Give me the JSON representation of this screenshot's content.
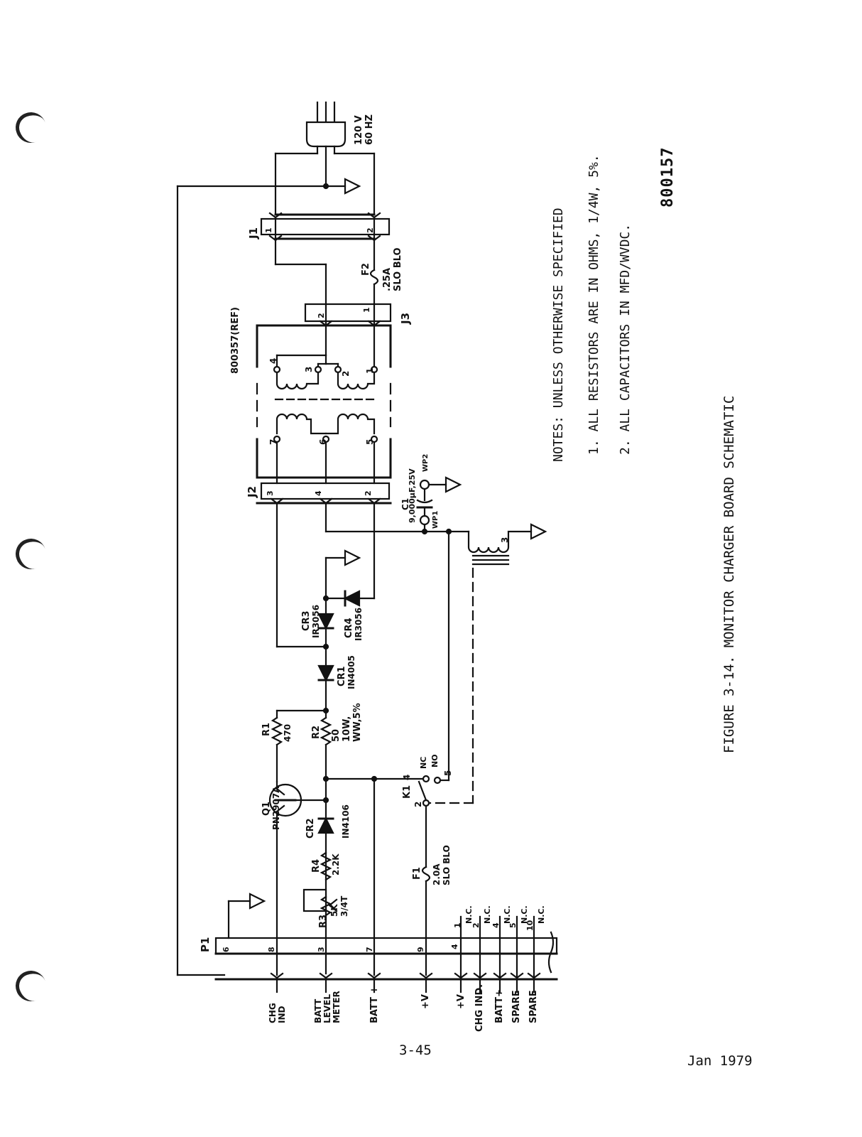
{
  "notes": {
    "header": "NOTES:  UNLESS OTHERWISE SPECIFIED",
    "items": [
      "1.  ALL RESISTORS ARE IN OHMS, 1/4W, 5%.",
      "2.  ALL CAPACITORS IN MFD/WVDC."
    ]
  },
  "doc_number": "800157",
  "figure_caption": "FIGURE 3-14.  MONITOR CHARGER BOARD SCHEMATIC",
  "page_number": "3-45",
  "date": "Jan 1979",
  "power": {
    "label": "120 V\n60 HZ"
  },
  "ref_label": "800357(REF)",
  "components": {
    "j1": "J1",
    "j2": "J2",
    "j3": "J3",
    "p1": "P1",
    "f2": "F2",
    "f2_val": ".25A\nSLO BLO",
    "f1": "F1",
    "f1_val": "2.0A\nSLO BLO",
    "c1": "C1",
    "c1_val": "9,000μF,25V",
    "wp1": "WP1",
    "wp2": "WP2",
    "cr3": "CR3",
    "cr3_val": "IR3056",
    "cr4": "CR4",
    "cr4_val": "IR3056",
    "cr1": "CR1",
    "cr1_val": "IN4005",
    "cr2": "CR2",
    "cr2_val": "IN4106",
    "r1": "R1",
    "r1_val": "470",
    "r2": "R2",
    "r2_val": "50\n10W,\nWW,5%",
    "r3": "R3",
    "r3_val": "5K\n3/4T",
    "r4": "R4",
    "r4_val": "2.2K",
    "q1": "Q1",
    "q1_val": "PN2907A",
    "k1": "K1"
  },
  "pin_numbers": {
    "j1": [
      "1",
      "2"
    ],
    "j3": [
      "2",
      "1"
    ],
    "j2": [
      "3",
      "4",
      "2"
    ],
    "xfmr": [
      "4",
      "3",
      "2",
      "1",
      "7",
      "6",
      "5",
      "3"
    ],
    "k1": [
      "4",
      "NC",
      "5",
      "NO",
      "2"
    ],
    "p1": [
      "6",
      "8",
      "3",
      "7",
      "9",
      "4",
      "1",
      "2",
      "4",
      "5",
      "10"
    ]
  },
  "p1_labels": [
    "CHG\nIND",
    "BATT\nLEVEL\nMETER",
    "BATT +",
    "+V",
    "+V",
    "CHG IND.",
    "BATT+",
    "SPARE",
    "SPARE"
  ],
  "nc_labels": [
    "N.C.",
    "N.C.",
    "N.C.",
    "N.C.",
    "N.C."
  ]
}
